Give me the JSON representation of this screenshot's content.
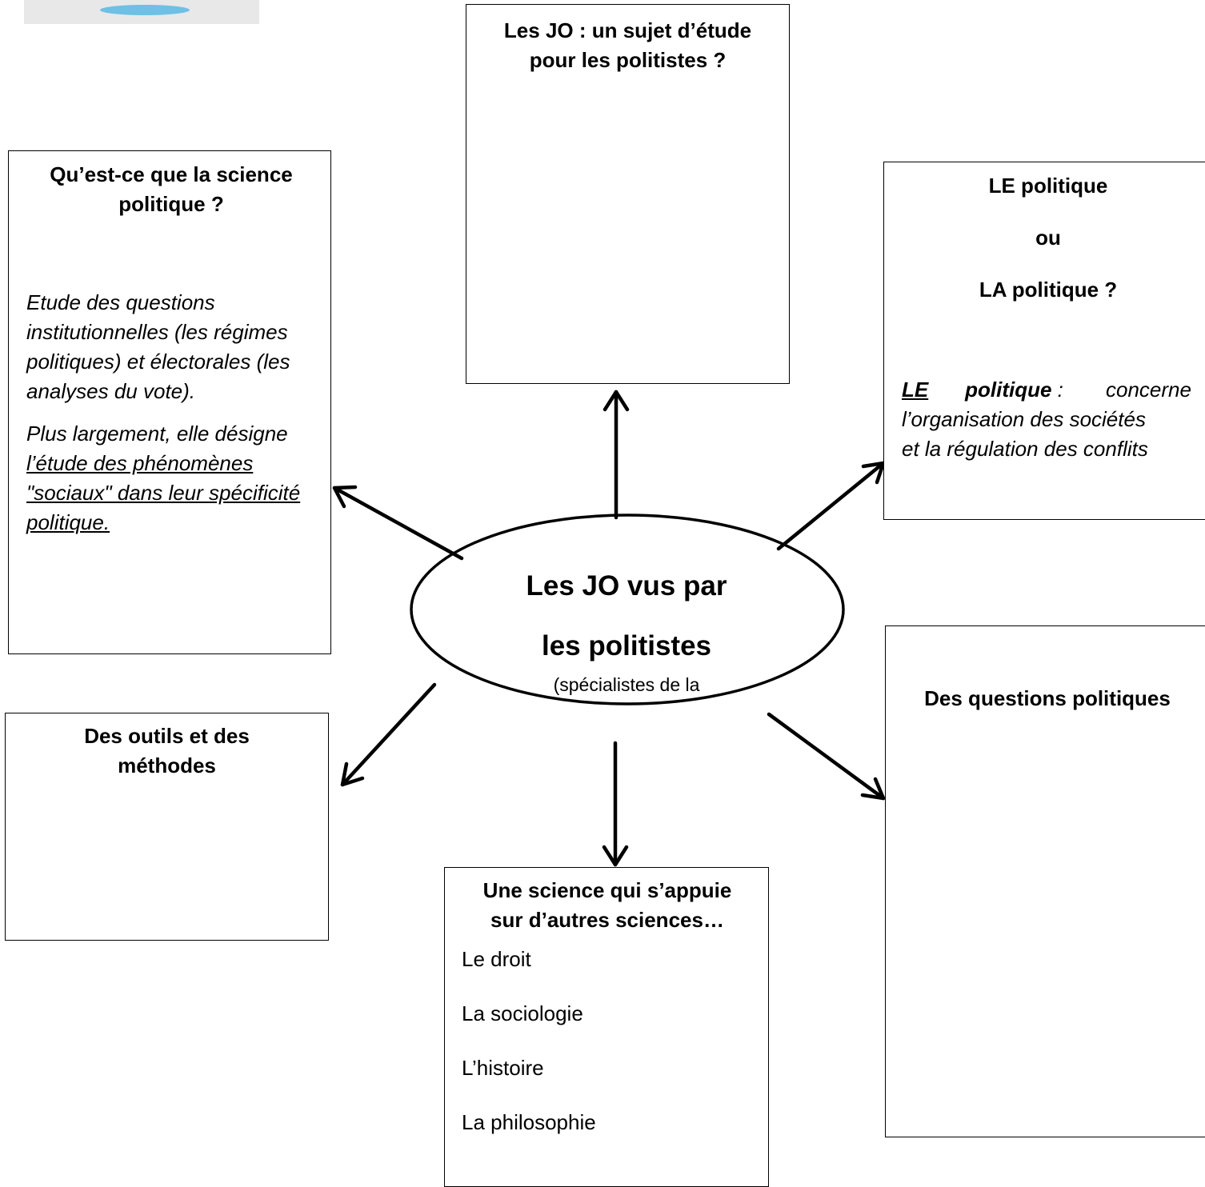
{
  "center": {
    "line1": "Les JO vus par",
    "line2": "les politistes",
    "line3": "(spécialistes de la"
  },
  "box_jo": {
    "title_line1": "Les JO : un sujet d’étude",
    "title_line2": "pour les politistes ?"
  },
  "box_science": {
    "title_line1": "Qu’est-ce que la science",
    "title_line2": "politique ?",
    "para1": "Etude des questions institutionnelles (les régimes politiques) et électorales (les analyses du vote).",
    "para2_prefix": "Plus largement, elle désigne ",
    "para2_underlined": "l’étude des phénomènes \"sociaux\" dans leur spécificité politique."
  },
  "box_le_la": {
    "line1": "LE politique",
    "line2": "ou",
    "line3": "LA politique ?",
    "def_term_le": "LE",
    "def_term_politique": "politique",
    "def_colon": " : ",
    "def_w1": "concerne",
    "def_line2": "l’organisation des sociétés",
    "def_line3": "et la régulation des conflits"
  },
  "box_outils": {
    "title_line1": "Des outils et des",
    "title_line2": "méthodes"
  },
  "box_questions": {
    "title": "Des questions politiques"
  },
  "box_sciences": {
    "title_line1": "Une science qui s’appuie",
    "title_line2": "sur d’autres sciences…",
    "items": [
      "Le droit",
      "La sociologie",
      "L’histoire",
      "La philosophie"
    ]
  }
}
